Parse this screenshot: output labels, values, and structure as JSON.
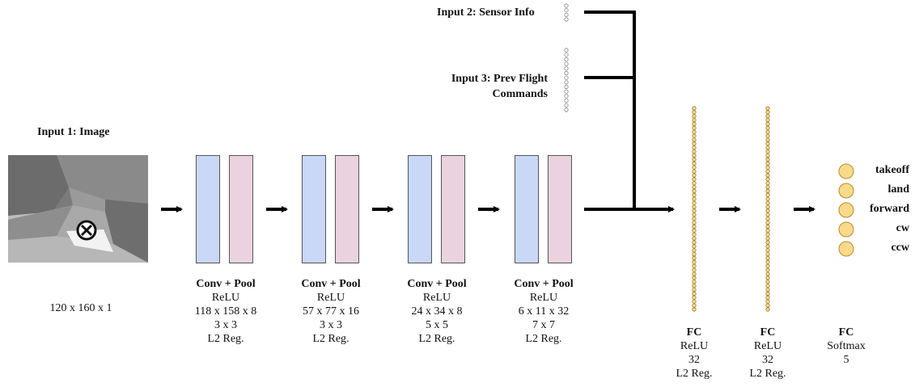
{
  "input1": {
    "title": "Input 1: Image",
    "shape": "120 x 160 x 1"
  },
  "input2": {
    "title": "Input 2: Sensor Info"
  },
  "input3": {
    "title_line1": "Input 3: Prev Flight",
    "title_line2": "Commands"
  },
  "conv_blocks": [
    {
      "title": "Conv + Pool",
      "activation": "ReLU",
      "shape": "118 x 158 x 8",
      "kernel": "3 x 3",
      "reg": "L2 Reg."
    },
    {
      "title": "Conv + Pool",
      "activation": "ReLU",
      "shape": "57 x 77 x 16",
      "kernel": "3 x 3",
      "reg": "L2 Reg."
    },
    {
      "title": "Conv + Pool",
      "activation": "ReLU",
      "shape": "24 x 34 x 8",
      "kernel": "5 x 5",
      "reg": "L2 Reg."
    },
    {
      "title": "Conv + Pool",
      "activation": "ReLU",
      "shape": "6 x 11 x 32",
      "kernel": "7 x 7",
      "reg": "L2 Reg."
    }
  ],
  "fc_blocks": [
    {
      "title": "FC",
      "activation": "ReLU",
      "units": "32",
      "reg": "L2 Reg."
    },
    {
      "title": "FC",
      "activation": "ReLU",
      "units": "32",
      "reg": "L2 Reg."
    },
    {
      "title": "FC",
      "activation": "Softmax",
      "units": "5"
    }
  ],
  "outputs": [
    "takeoff",
    "land",
    "forward",
    "cw",
    "ccw"
  ],
  "colors": {
    "conv": "#c9d8f7",
    "pool": "#ead3de",
    "neuron_fill": "#f7dc8f",
    "output_fill": "#f9d98a",
    "line": "#000000"
  }
}
